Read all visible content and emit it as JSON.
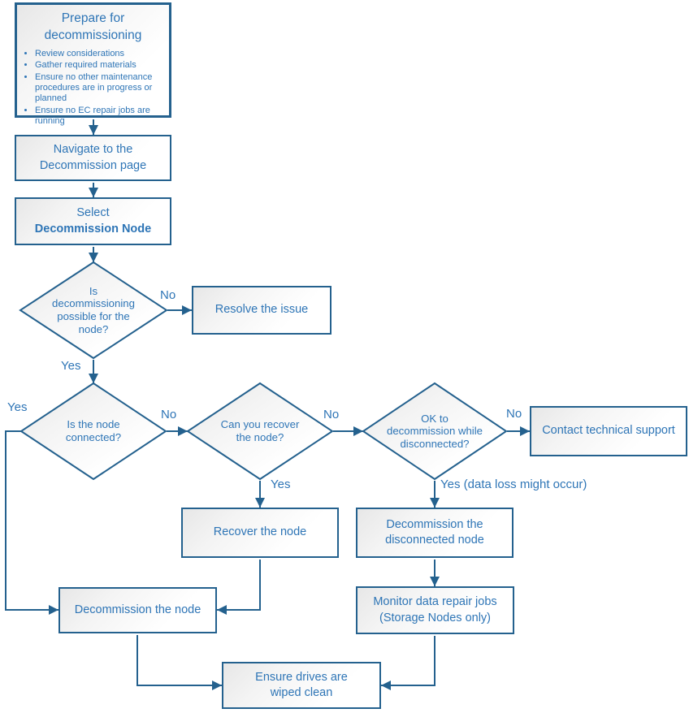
{
  "colors": {
    "line": "#24618E",
    "text": "#2E75B6"
  },
  "nodes": {
    "prepare": {
      "title": "Prepare for\ndecommissioning",
      "bullets": [
        "Review considerations",
        "Gather required materials",
        "Ensure no other maintenance procedures are in progress or planned",
        "Ensure no EC repair jobs are running"
      ]
    },
    "navigate": {
      "label": "Navigate to the\nDecommission page"
    },
    "select": {
      "line1": "Select",
      "line2": "Decommission Node"
    },
    "possible": {
      "label": "Is\ndecommissioning\npossible for the\nnode?"
    },
    "resolve": {
      "label": "Resolve the issue"
    },
    "connected": {
      "label": "Is the node\nconnected?"
    },
    "recover_question": {
      "label": "Can you recover\nthe node?"
    },
    "ok_question": {
      "label": "OK to\ndecommission while\ndisconnected?"
    },
    "contact": {
      "label": "Contact technical support"
    },
    "recover": {
      "label": "Recover the node"
    },
    "decom_disconnected": {
      "label": "Decommission the\ndisconnected node"
    },
    "decom_node": {
      "label": "Decommission the node"
    },
    "monitor": {
      "label": "Monitor data repair jobs\n(Storage Nodes only)"
    },
    "ensure": {
      "label": "Ensure drives are\nwiped clean"
    }
  },
  "edge_labels": {
    "possible_no": "No",
    "possible_yes": "Yes",
    "connected_yes": "Yes",
    "connected_no": "No",
    "recover_no": "No",
    "recover_yes": "Yes",
    "ok_no": "No",
    "ok_yes": "Yes (data loss might occur)"
  }
}
